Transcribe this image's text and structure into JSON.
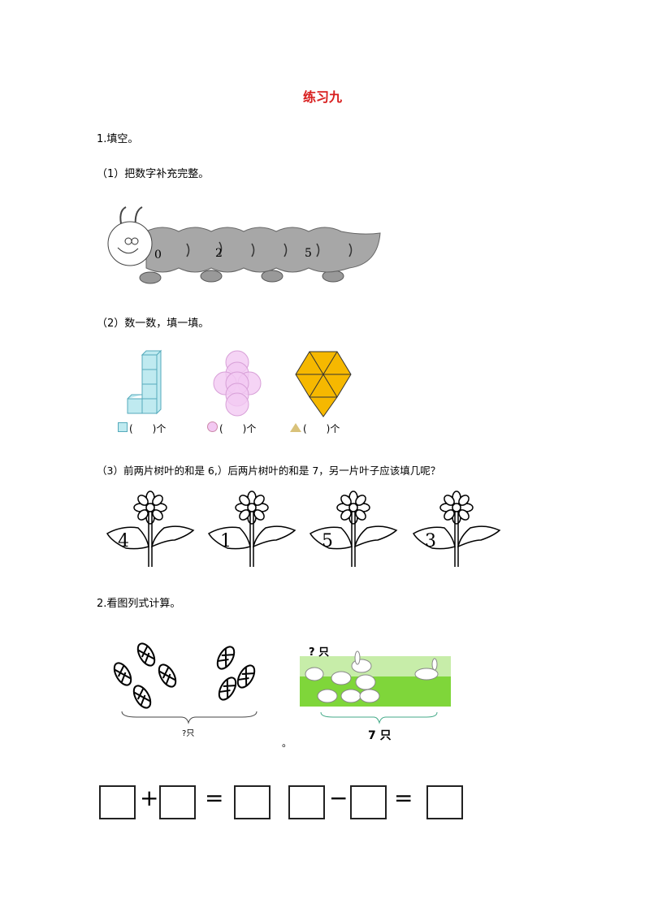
{
  "title": "练习九",
  "q1": {
    "heading": "1.填空。",
    "part1": {
      "label": "（1）把数字补充完整。",
      "caterpillar_numbers": [
        "0",
        "2",
        "5"
      ]
    },
    "part2": {
      "label": "（2）数一数，填一填。",
      "blanks": [
        {
          "shape": "cube-icon",
          "text": "(　　)个"
        },
        {
          "shape": "circle-icon",
          "text": "(　　)个"
        },
        {
          "shape": "triangle-icon",
          "text": "(　　)个"
        }
      ]
    },
    "part3": {
      "label": "（3）前两片树叶的和是 6,）后两片树叶的和是 7，另一片叶子应该填几呢？",
      "leaf_numbers": [
        "4",
        "1",
        "5",
        "3"
      ]
    }
  },
  "q2": {
    "heading": "2.看图列式计算。",
    "butterflies_caption": "?只",
    "rabbits_top": "? 只",
    "rabbits_caption": "7 只",
    "dot": "。",
    "operators": {
      "plus": "+",
      "minus": "−",
      "equals": "="
    }
  },
  "colors": {
    "title": "#d81e1e",
    "cube": "#bfeaf0",
    "circle": "#f3c9f2",
    "triangle": "#f6b800",
    "grass": "#7fd63a"
  }
}
